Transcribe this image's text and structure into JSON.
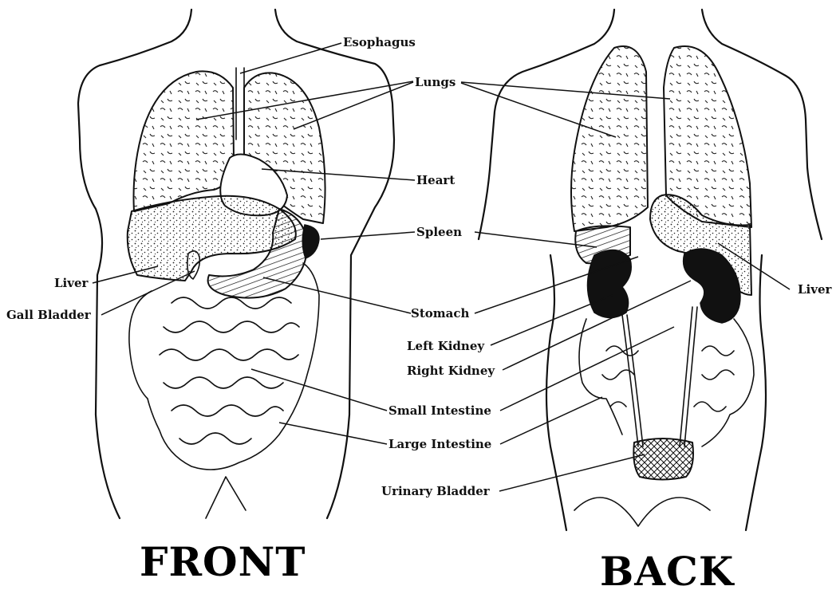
{
  "labels": {
    "esophagus": "Esophagus",
    "lungs": "Lungs",
    "heart": "Heart",
    "spleen": "Spleen",
    "liver_front": "Liver",
    "gall_bladder": "Gall Bladder",
    "stomach": "Stomach",
    "left_kidney": "Left Kidney",
    "right_kidney": "Right Kidney",
    "small_intestine": "Small Intestine",
    "large_intestine": "Large Intestine",
    "urinary_bladder": "Urinary Bladder",
    "liver_back": "Liver"
  },
  "titles": {
    "front": "FRONT",
    "back": "BACK"
  }
}
